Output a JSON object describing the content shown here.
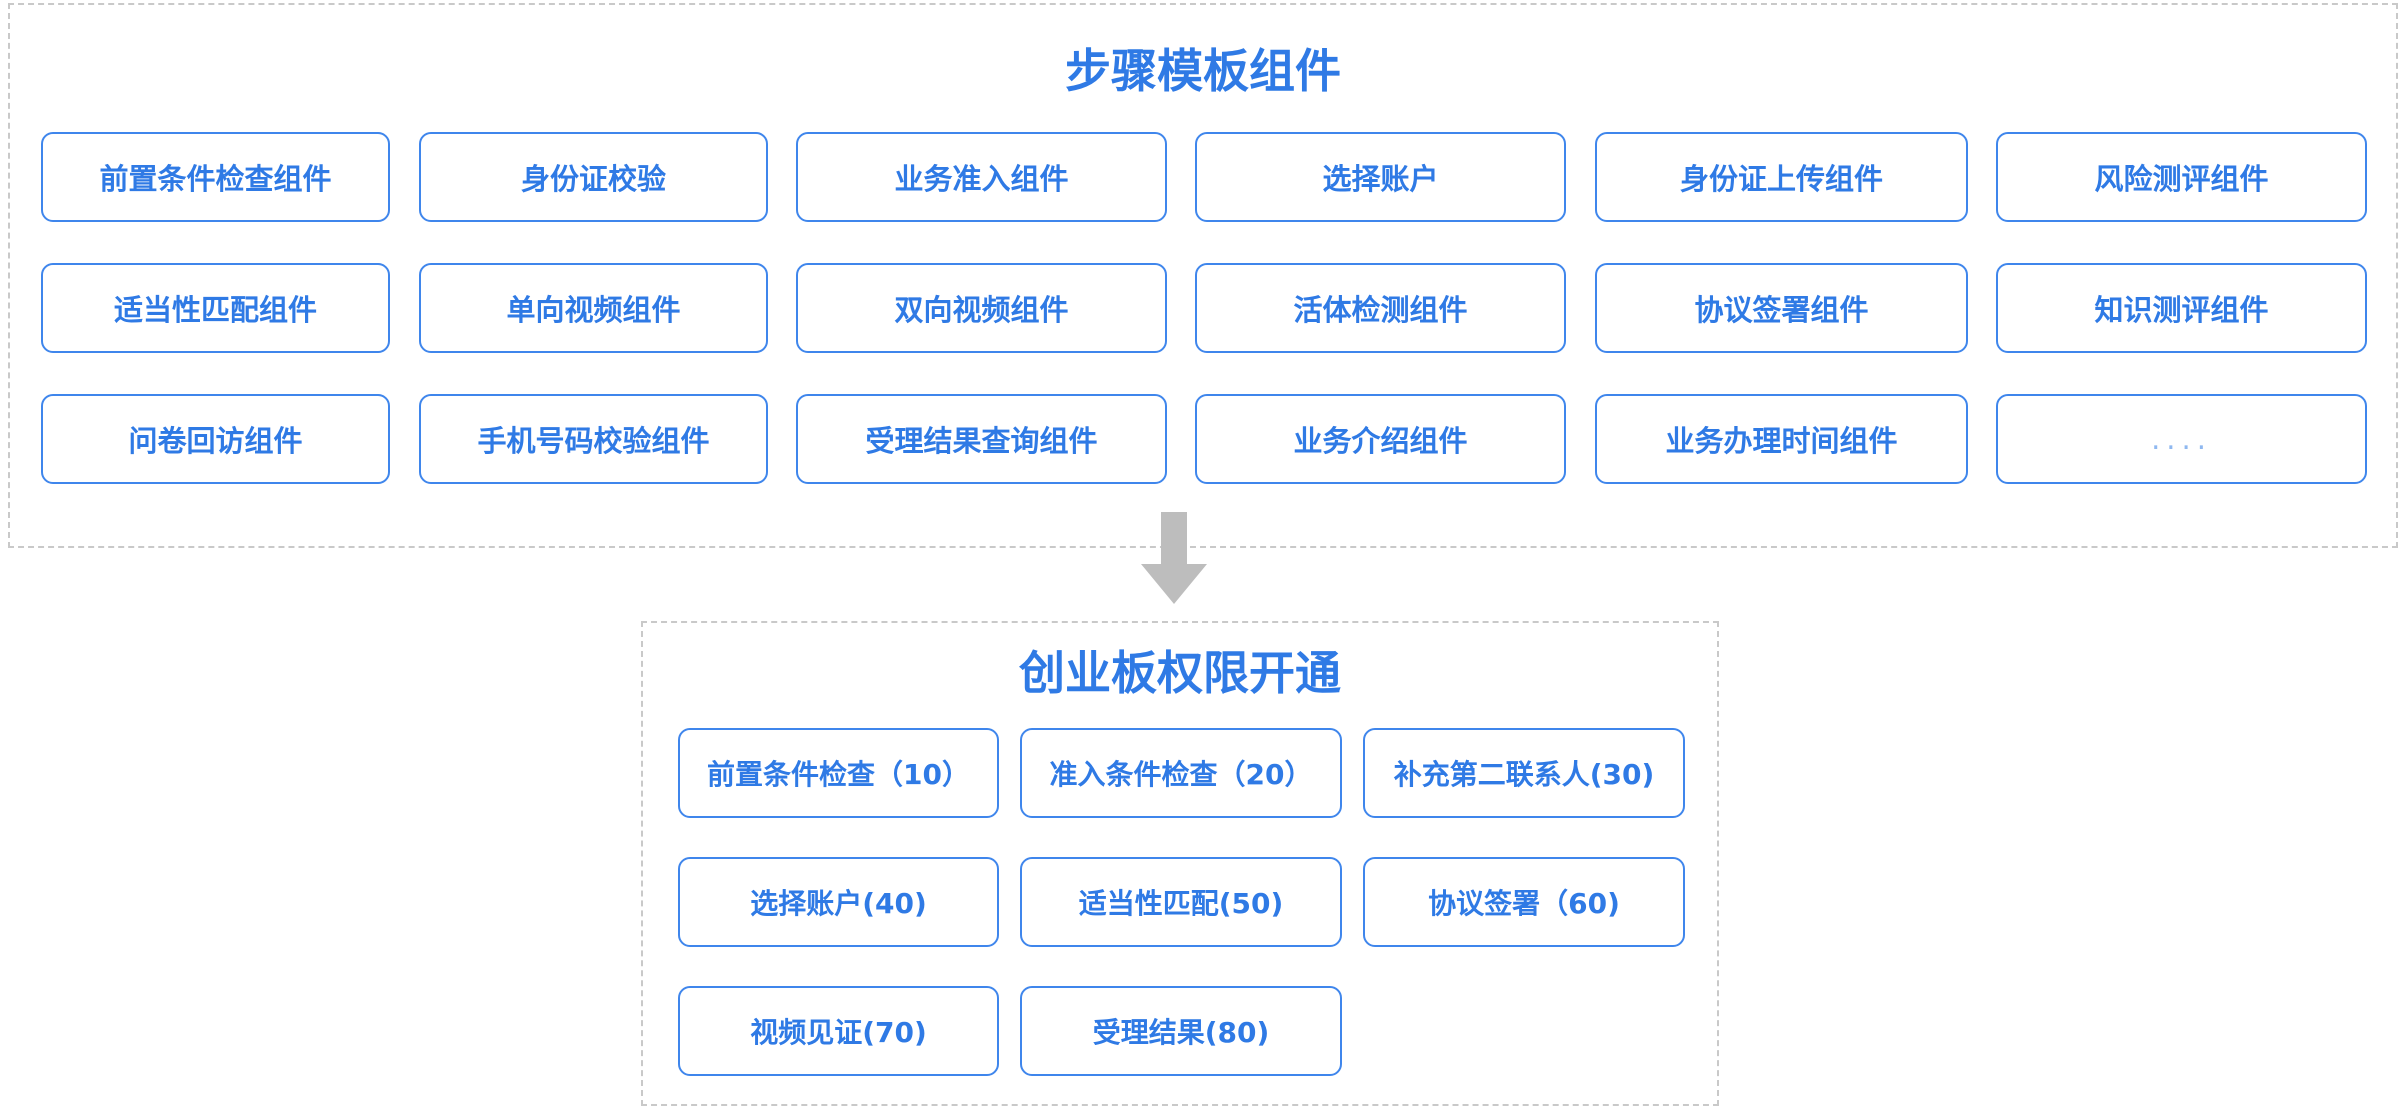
{
  "template_panel": {
    "title": "步骤模板组件",
    "components": [
      [
        "前置条件检查组件",
        "身份证校验",
        "业务准入组件",
        "选择账户",
        "身份证上传组件",
        "风险测评组件"
      ],
      [
        "适当性匹配组件",
        "单向视频组件",
        "双向视频组件",
        "活体检测组件",
        "协议签署组件",
        "知识测评组件"
      ],
      [
        "问卷回访组件",
        "手机号码校验组件",
        "受理结果查询组件",
        "业务介绍组件",
        "业务办理时间组件",
        "...."
      ]
    ]
  },
  "flow_panel": {
    "title": "创业板权限开通",
    "steps": [
      [
        "前置条件检查（10）",
        "准入条件检查（20）",
        "补充第二联系人(30)"
      ],
      [
        "选择账户(40)",
        "适当性匹配(50)",
        "协议签署（60)"
      ],
      [
        "视频见证(70)",
        "受理结果(80)"
      ]
    ]
  },
  "colors": {
    "accent": "#2f7ae5",
    "chip_border": "#3f86ec",
    "panel_border": "#c9c9c9",
    "arrow": "#bdbdbd"
  }
}
